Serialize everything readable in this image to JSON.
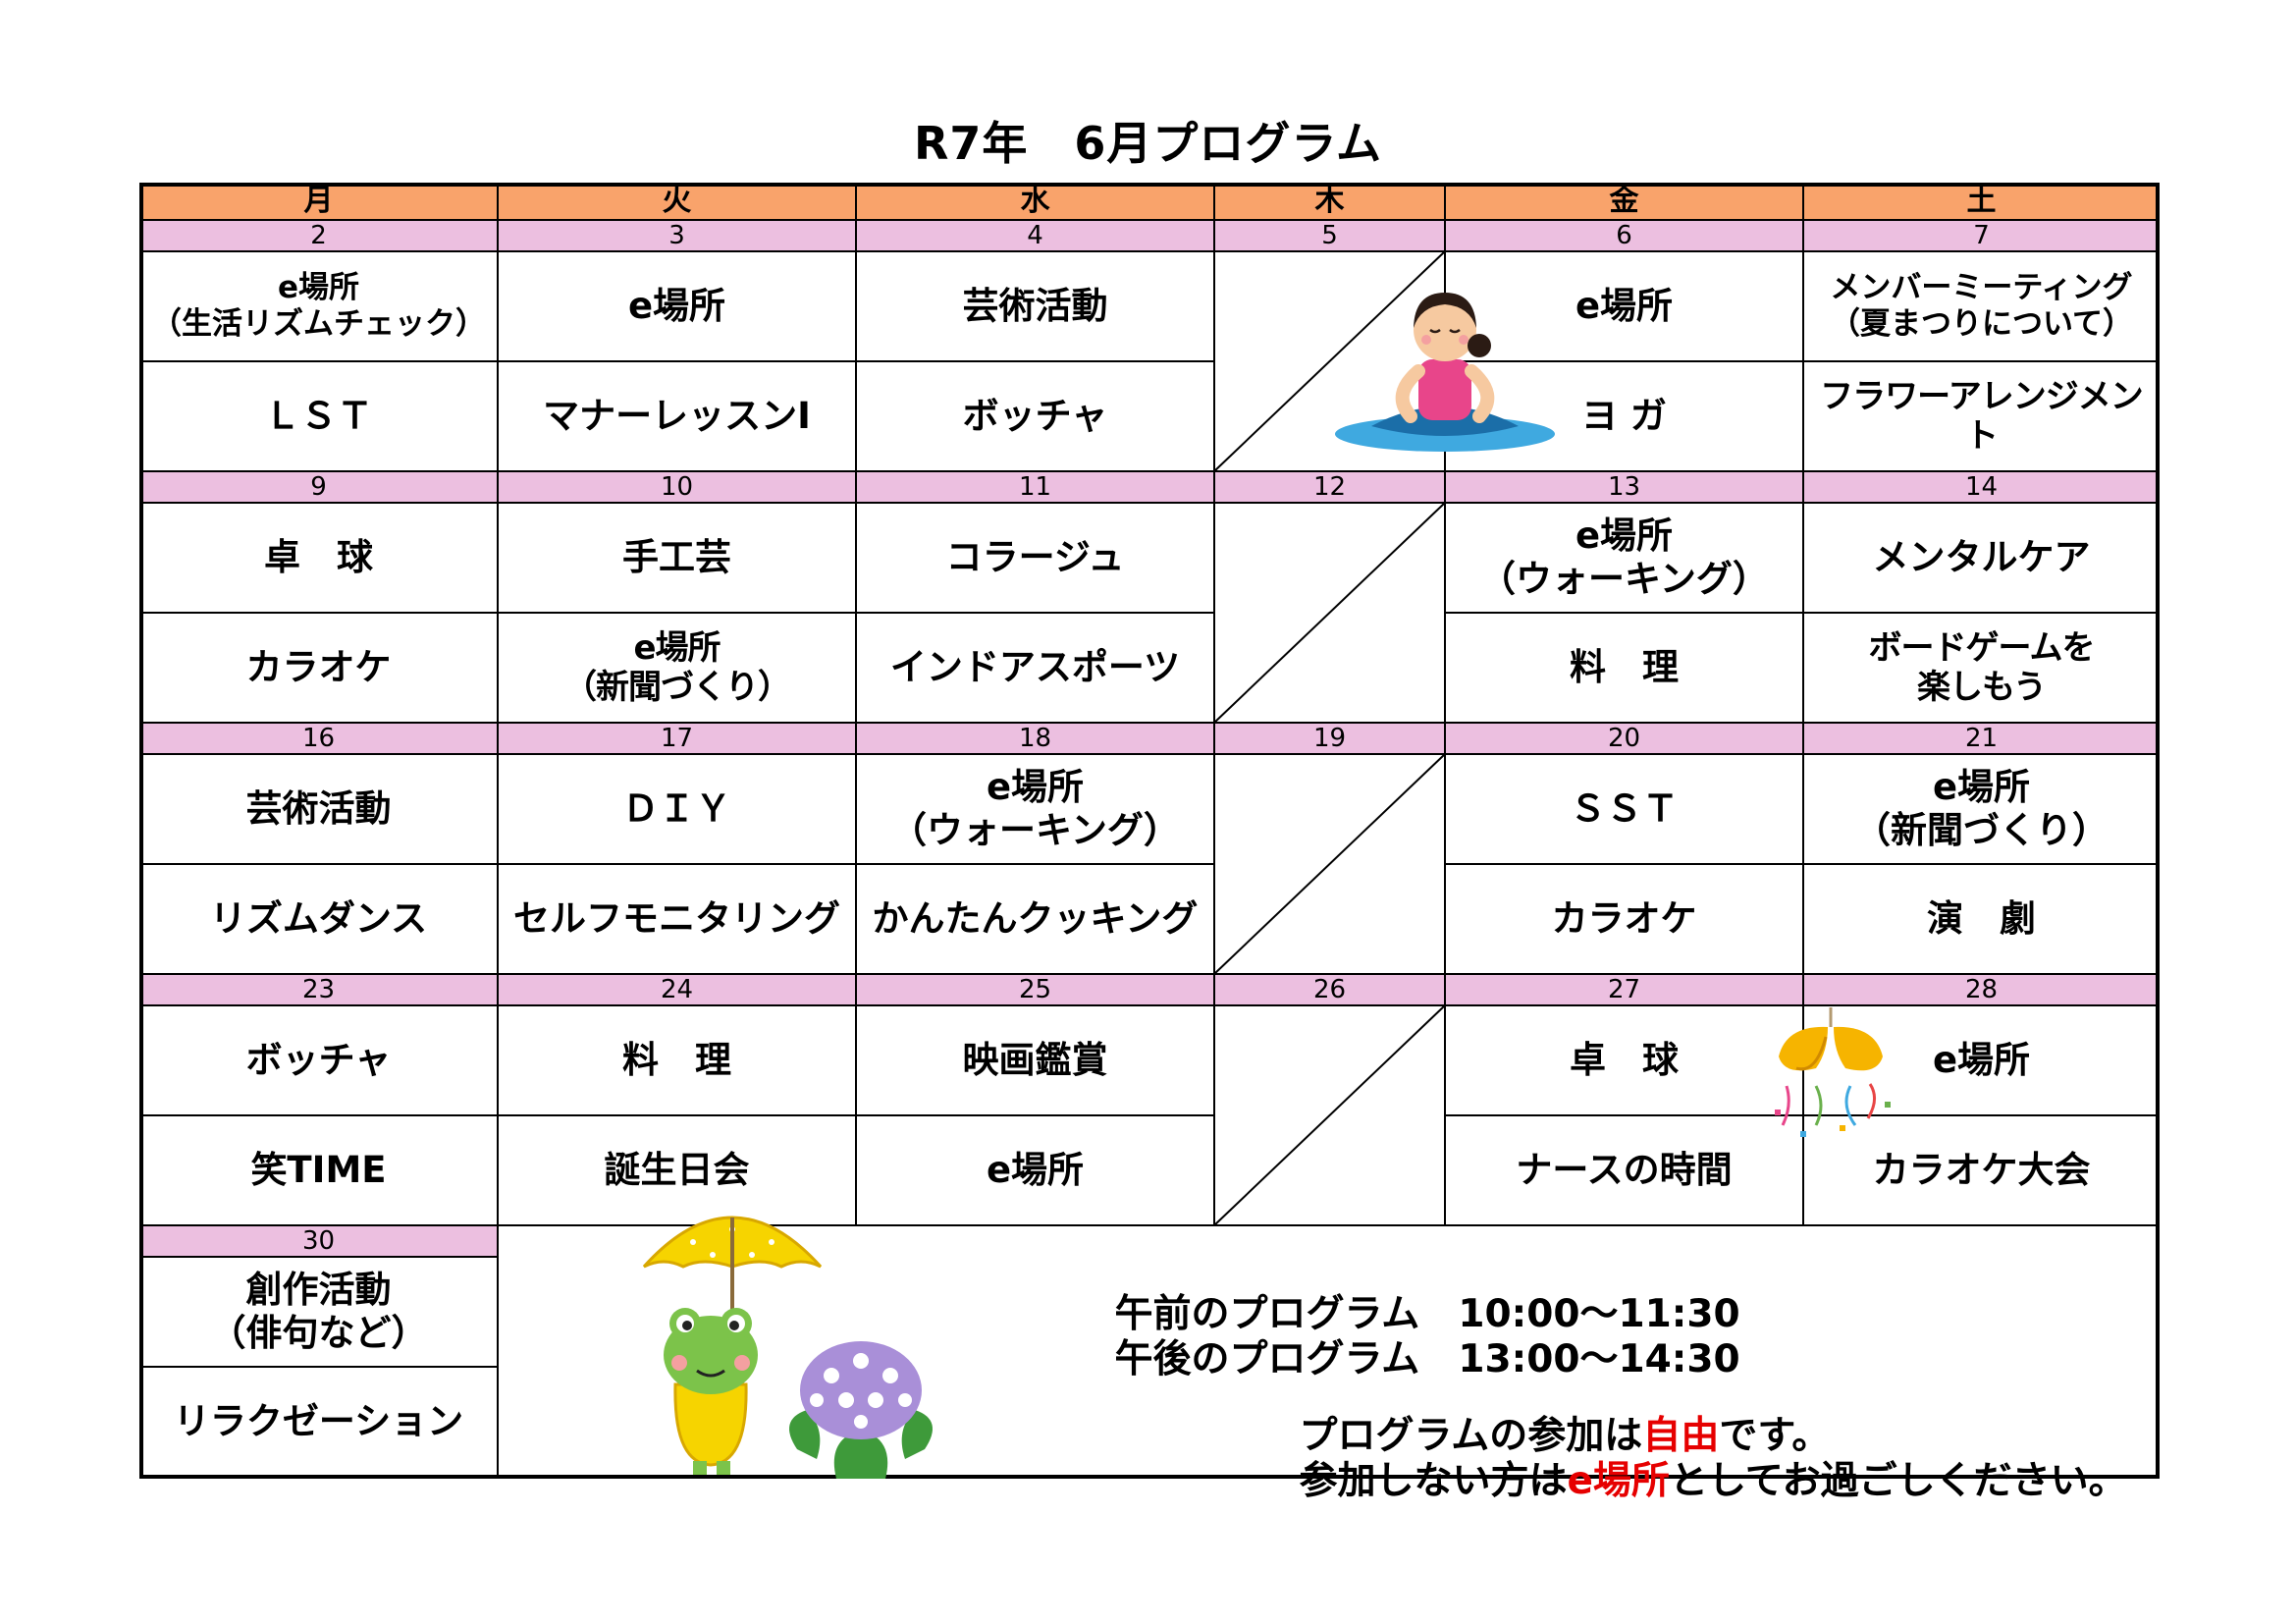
{
  "title": "R7年　6月プログラム",
  "weekdays": [
    "月",
    "火",
    "水",
    "木",
    "金",
    "土"
  ],
  "weeks": [
    {
      "dates": [
        "2",
        "3",
        "4",
        "5",
        "6",
        "7"
      ],
      "am": [
        "e場所\n（生活リズムチェック）",
        "e場所",
        "芸術活動",
        "",
        "e場所",
        "メンバーミーティング\n（夏まつりについて）"
      ],
      "pm": [
        "ＬＳＴ",
        "マナーレッスンⅠ",
        "ボッチャ",
        "",
        "ヨ ガ",
        "フラワーアレンジメント"
      ]
    },
    {
      "dates": [
        "9",
        "10",
        "11",
        "12",
        "13",
        "14"
      ],
      "am": [
        "卓　球",
        "手工芸",
        "コラージュ",
        "",
        "e場所\n（ウォーキング）",
        "メンタルケア"
      ],
      "pm": [
        "カラオケ",
        "e場所\n（新聞づくり）",
        "インドアスポーツ",
        "",
        "料　理",
        "ボードゲームを\n楽しもう"
      ]
    },
    {
      "dates": [
        "16",
        "17",
        "18",
        "19",
        "20",
        "21"
      ],
      "am": [
        "芸術活動",
        "ＤＩＹ",
        "e場所\n（ウォーキング）",
        "",
        "ＳＳＴ",
        "e場所\n（新聞づくり）"
      ],
      "pm": [
        "リズムダンス",
        "セルフモニタリング",
        "かんたんクッキング",
        "",
        "カラオケ",
        "演　劇"
      ]
    },
    {
      "dates": [
        "23",
        "24",
        "25",
        "26",
        "27",
        "28"
      ],
      "am": [
        "ボッチャ",
        "料　理",
        "映画鑑賞",
        "",
        "卓　球",
        "e場所"
      ],
      "pm": [
        "笑TIME",
        "誕生日会",
        "e場所",
        "",
        "ナースの時間",
        "カラオケ大会"
      ]
    }
  ],
  "last_week": {
    "date": "30",
    "am": "創作活動\n（俳句など）",
    "pm": "リラクゼーション"
  },
  "info": {
    "morning_label": "午前のプログラム",
    "morning_time": "10:00～11:30",
    "afternoon_label": "午後のプログラム",
    "afternoon_time": "13:00～14:30",
    "note1_before": "プログラムの参加は",
    "note1_red": "自由",
    "note1_after": "です。",
    "note2_before": "参加しない方は",
    "note2_red": "e場所",
    "note2_after": "としてお過ごしください。"
  },
  "colors": {
    "weekday_header": "#f9a36b",
    "date_row": "#ecbfe0",
    "border": "#000000",
    "emphasis": "#e60000"
  },
  "icons": [
    "yoga-illustration-icon",
    "party-cracker-icon",
    "frog-umbrella-icon",
    "hydrangea-icon"
  ]
}
